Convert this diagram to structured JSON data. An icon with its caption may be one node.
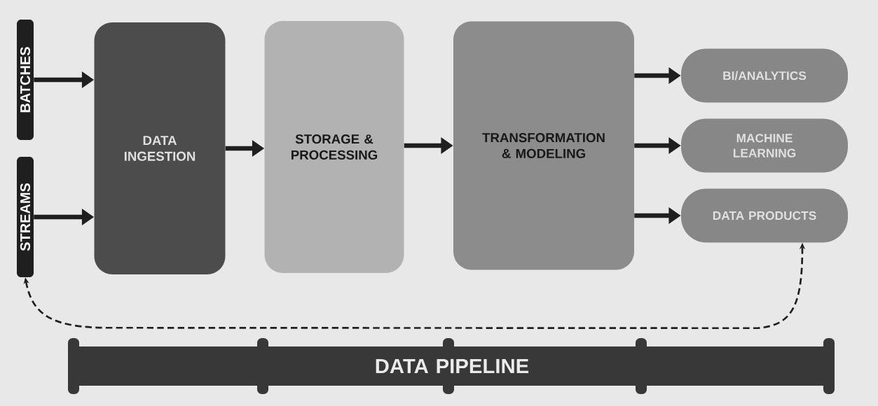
{
  "diagram": {
    "nodes": [
      {
        "text": [
          "BATCHES"
        ]
      },
      {
        "text": [
          "STREAMS"
        ]
      },
      {
        "text": [
          "DATA INGESTION"
        ]
      },
      {
        "text": [
          "STORAGE & PROCESSING"
        ]
      },
      {
        "text": [
          "TRANSFORMATION & MODELING"
        ]
      },
      {
        "text": [
          "BI/ANALYTICS"
        ]
      },
      {
        "text": [
          "MACHINE LEARNING"
        ]
      },
      {
        "text": [
          "DATA PRODUCTS"
        ]
      },
      {
        "text": [
          "DATA PIPELINE"
        ]
      }
    ],
    "edges": [
      {
        "from": 0,
        "to": 2,
        "arrow": "to"
      },
      {
        "from": 1,
        "to": 2,
        "arrow": "to"
      },
      {
        "from": 2,
        "to": 3,
        "arrow": "to"
      },
      {
        "from": 3,
        "to": 4,
        "arrow": "to"
      },
      {
        "from": 4,
        "to": 5,
        "arrow": "to"
      },
      {
        "from": 4,
        "to": 6,
        "arrow": "to"
      },
      {
        "from": 4,
        "to": 7,
        "arrow": "to"
      },
      {
        "from": 1,
        "to": 7,
        "arrow": "both",
        "style": "dashed"
      }
    ]
  }
}
